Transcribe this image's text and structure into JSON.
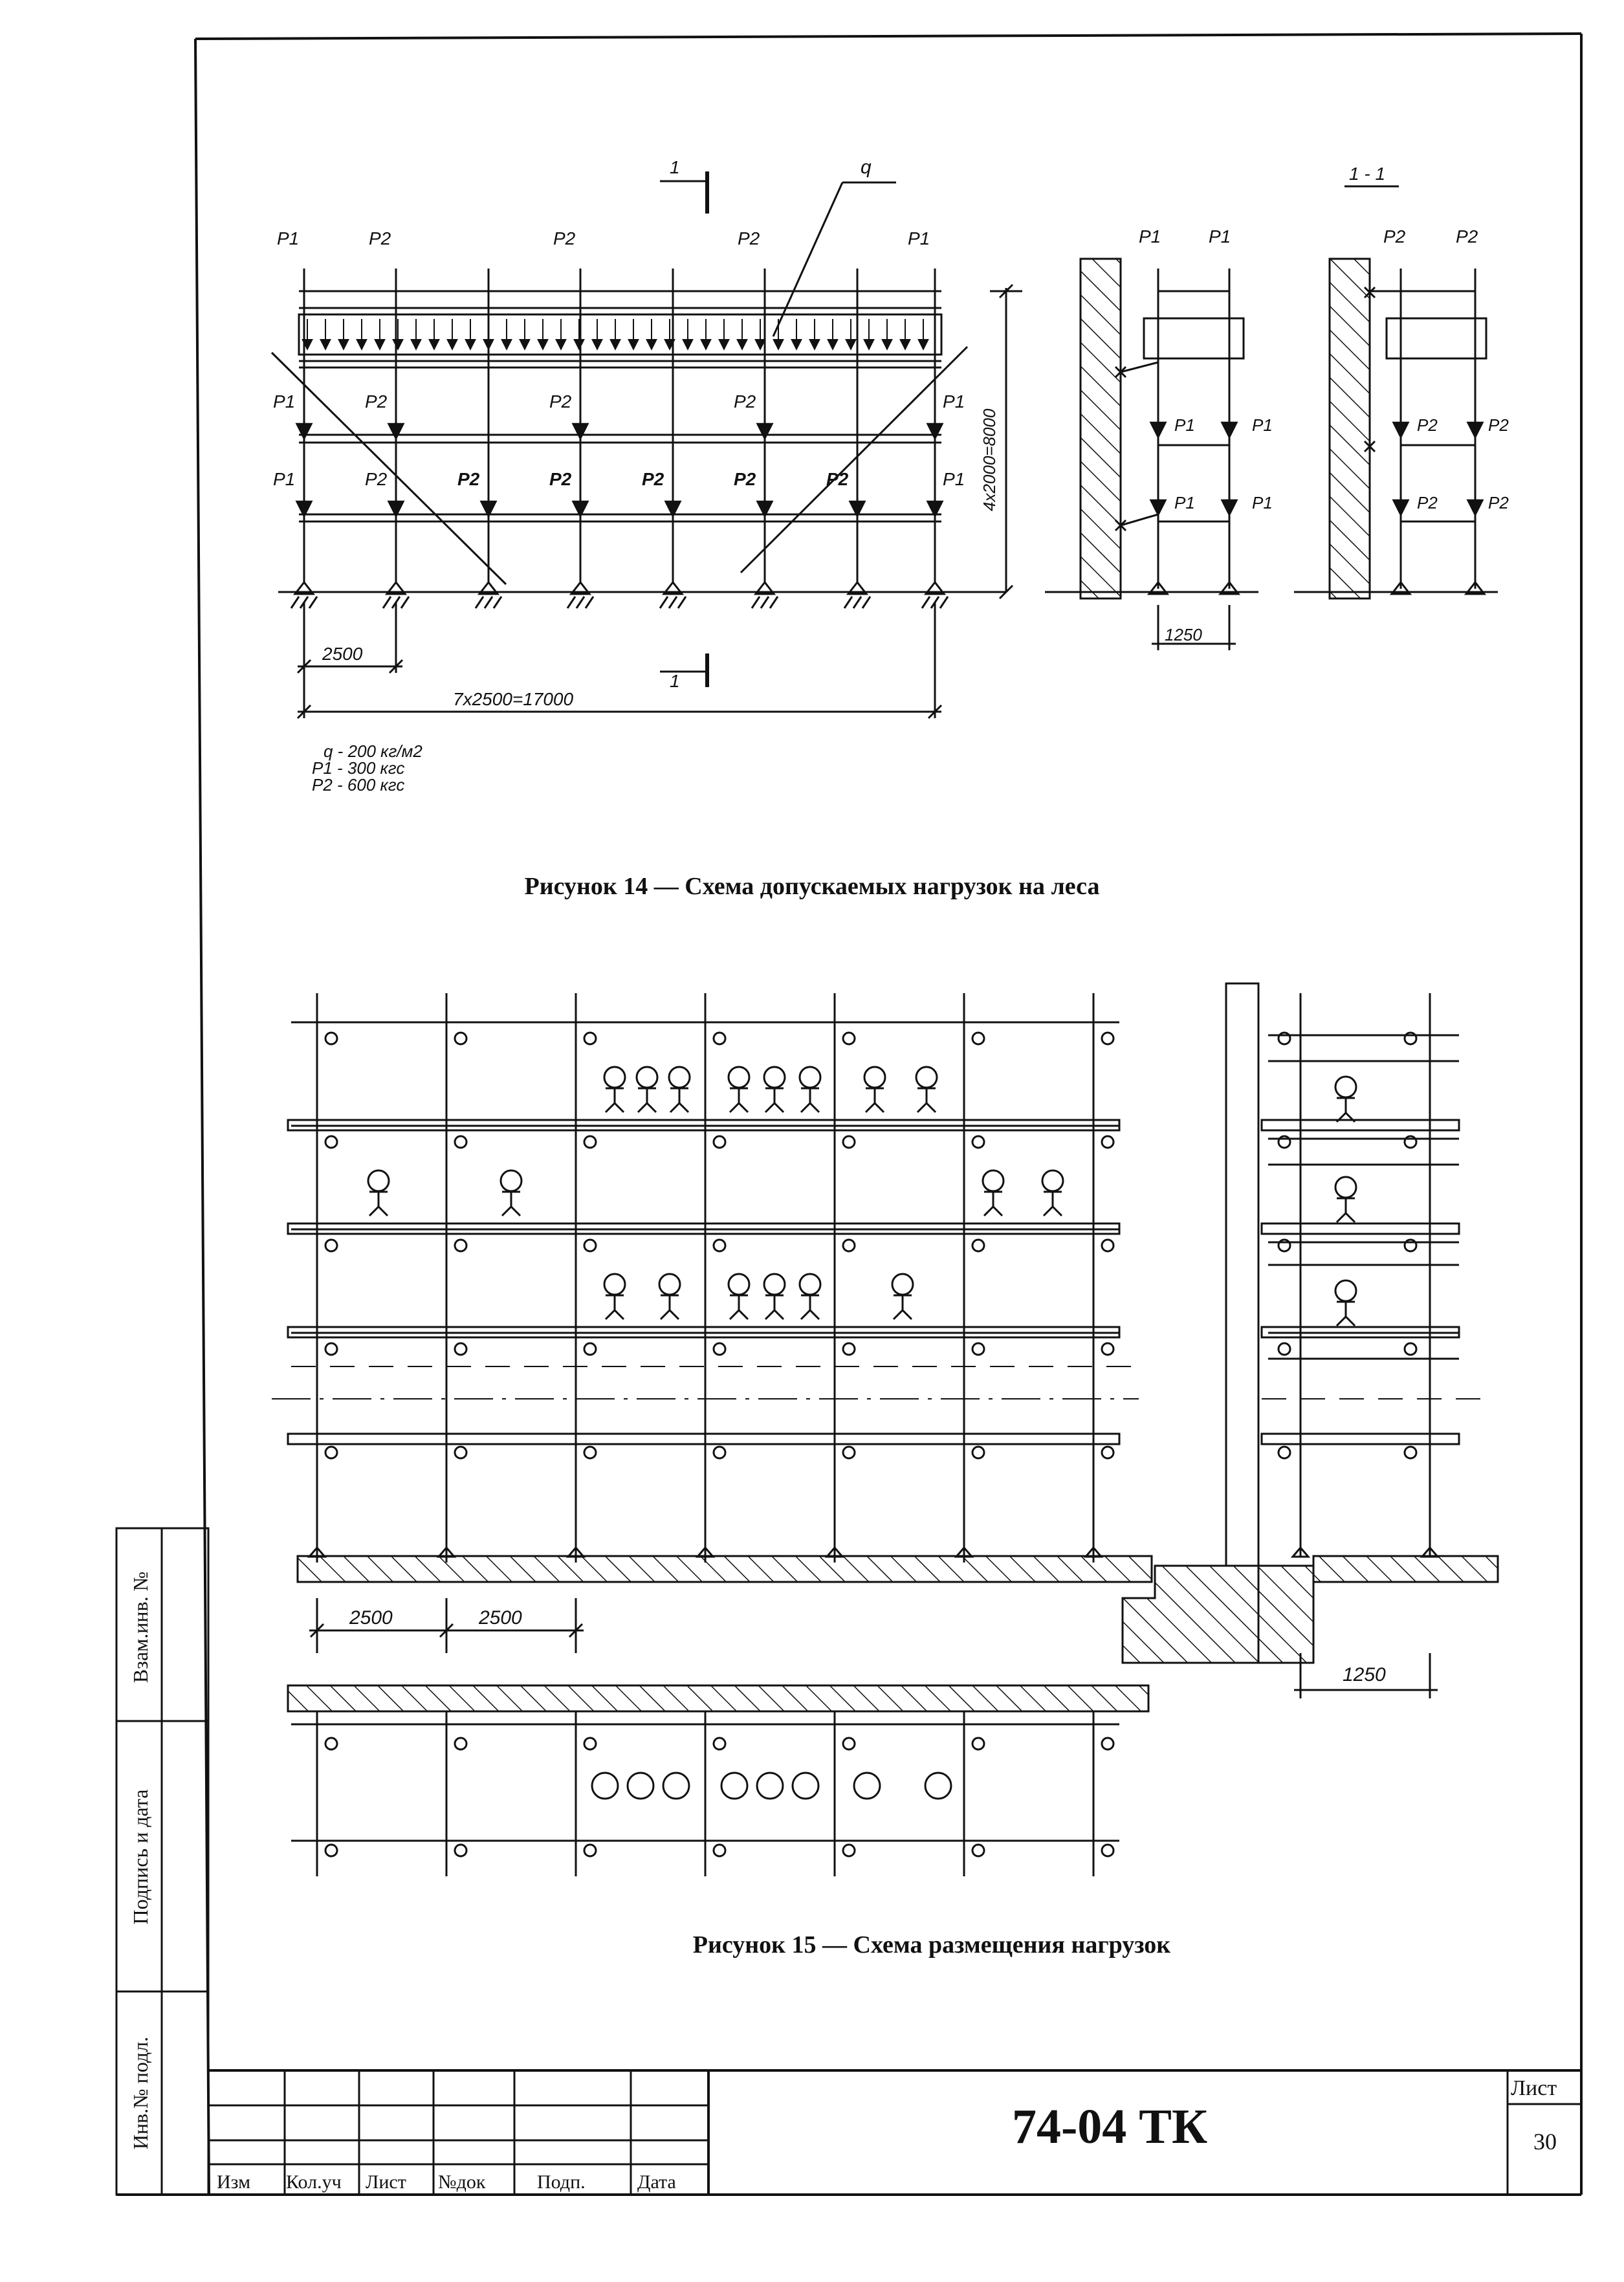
{
  "figure14": {
    "caption": "Рисунок 14 — Схема допускаемых нагрузок на леса",
    "section_mark": "1",
    "section_title": "1 - 1",
    "q_label": "q",
    "top_loads": [
      "P1",
      "P2",
      "P2",
      "P2",
      "P1"
    ],
    "row_loads_level1": [
      "P1",
      "P2",
      "P2",
      "P2",
      "P1"
    ],
    "row_loads_level2": [
      "P1",
      "P2",
      "P2",
      "P2",
      "P2",
      "P2",
      "P2",
      "P1"
    ],
    "height_dim": "4x2000=8000",
    "bay_dim": "2500",
    "total_dim": "7x2500=17000",
    "legend": [
      "q  - 200  кг/м2",
      "P1  - 300  кгс",
      "P2  - 600  кгс"
    ],
    "sideA": {
      "top": [
        "P1",
        "P1"
      ],
      "row": [
        "P1",
        "P1"
      ]
    },
    "sideB": {
      "top": [
        "P2",
        "P2"
      ],
      "row": [
        "P2",
        "P2"
      ]
    },
    "side_dim": "1250"
  },
  "figure15": {
    "caption": "Рисунок 15 — Схема размещения нагрузок",
    "dim1": "2500",
    "dim2": "2500",
    "side_dim": "1250"
  },
  "side_stamp": {
    "cells": [
      "Взам.инв. №",
      "Подпись и дата",
      "Инв.№ подл."
    ]
  },
  "title_block": {
    "code": "74-04 ТК",
    "sheet_label": "Лист",
    "sheet_number": "30",
    "columns": [
      "Изм",
      "Кол.уч",
      "Лист",
      "№док",
      "Подп.",
      "Дата"
    ]
  }
}
